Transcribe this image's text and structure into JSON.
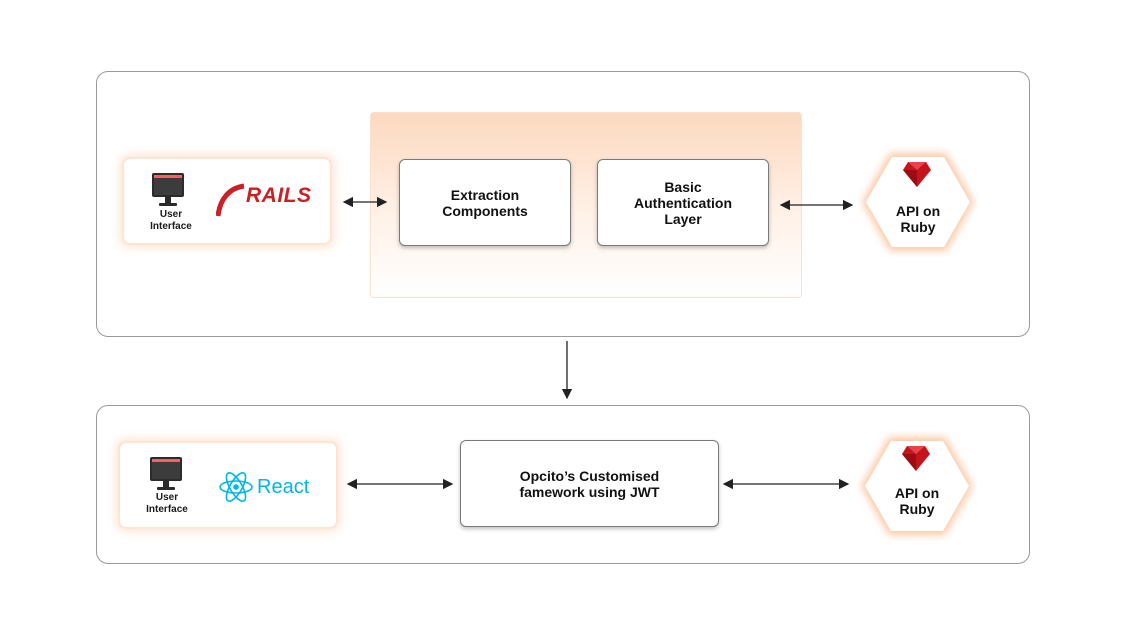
{
  "top_section": {
    "client": {
      "icon": "monitor-icon",
      "label_line1": "User",
      "label_line2": "Interface",
      "framework_logo_text": "RAILS",
      "framework_logo_icon": "rails-logo-icon"
    },
    "middle": {
      "extraction_line1": "Extraction",
      "extraction_line2": "Components",
      "auth_line1": "Basic",
      "auth_line2": "Authentication",
      "auth_line3": "Layer"
    },
    "api": {
      "icon": "ruby-gem-icon",
      "line1": "API on",
      "line2": "Ruby"
    }
  },
  "bottom_section": {
    "client": {
      "icon": "monitor-icon",
      "label_line1": "User",
      "label_line2": "Interface",
      "framework_logo_text": "React",
      "framework_logo_icon": "react-atom-icon"
    },
    "middle": {
      "line1": "Opcito’s Customised",
      "line2": "famework using JWT"
    },
    "api": {
      "icon": "ruby-gem-icon",
      "line1": "API on",
      "line2": "Ruby"
    }
  },
  "colors": {
    "accent_orange": "#fcd9bf",
    "rails_red": "#cc2027",
    "react_blue": "#00b8e6",
    "ruby_red": "#c4141c",
    "border_gray": "#9a9a9a"
  }
}
